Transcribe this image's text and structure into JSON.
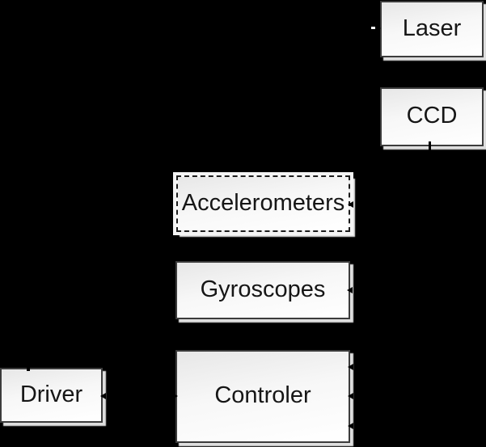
{
  "figure": {
    "background_color": "#000000",
    "box_border_color": "#3c3c3c",
    "box_fill_top": "#e7e7e7",
    "box_fill_bottom": "#ffffff",
    "box_shadow_color": "#dedede",
    "text_color": "#161616",
    "boxes": [
      {
        "label": "Laser",
        "border_style": "solid"
      },
      {
        "label": "CCD",
        "border_style": "solid"
      },
      {
        "label": "Accelerometers",
        "border_style": "dashed"
      },
      {
        "label": "Gyroscopes",
        "border_style": "solid"
      },
      {
        "label": "Controler",
        "border_style": "solid"
      },
      {
        "label": "Driver",
        "border_style": "solid"
      }
    ],
    "connector_marks": [
      {
        "name": "arrow-into-laser-left",
        "direction": "right"
      },
      {
        "name": "stub-below-ccd",
        "direction": "down"
      },
      {
        "name": "arrow-into-accelerometers-right",
        "direction": "left"
      },
      {
        "name": "arrow-into-gyroscopes-right",
        "direction": "left"
      },
      {
        "name": "arrow-into-controler-right-top",
        "direction": "left"
      },
      {
        "name": "arrow-into-controler-right-mid",
        "direction": "left"
      },
      {
        "name": "arrow-into-controler-right-low",
        "direction": "left"
      },
      {
        "name": "arrow-into-controler-left",
        "direction": "right"
      },
      {
        "name": "arrow-into-driver-right",
        "direction": "left"
      },
      {
        "name": "arrow-into-driver-top",
        "direction": "down"
      }
    ]
  }
}
